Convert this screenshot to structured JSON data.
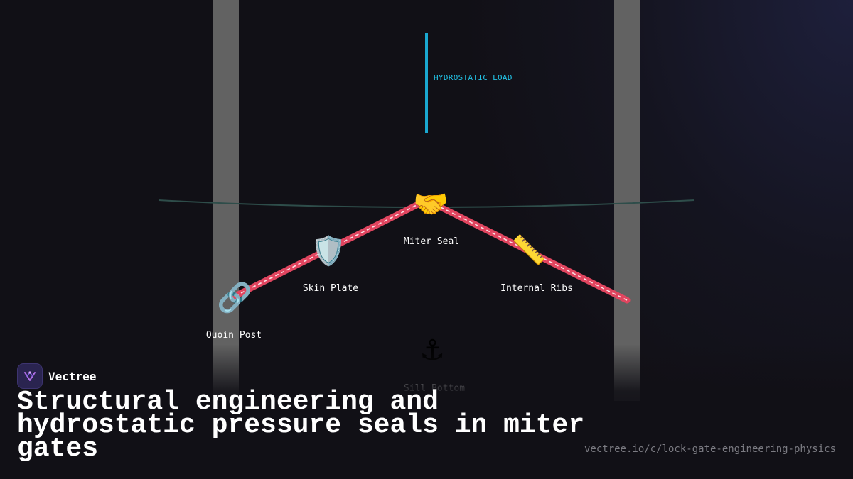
{
  "diagram": {
    "load_label": "HYDROSTATIC LOAD",
    "colors": {
      "gate_leaf": "#e0455f",
      "load_arrow": "#1aa8d0",
      "water_line": "#2e4d4a",
      "pillar": "#626262"
    },
    "nodes": [
      {
        "label": "Miter Seal",
        "icon": "handshake-icon",
        "glyph": "🤝"
      },
      {
        "label": "Skin Plate",
        "icon": "shield-icon",
        "glyph": "🛡️"
      },
      {
        "label": "Internal Ribs",
        "icon": "ruler-icon",
        "glyph": "📏"
      },
      {
        "label": "Quoin Post",
        "icon": "link-icon",
        "glyph": "🔗"
      },
      {
        "label": "Sill Bottom",
        "icon": "anchor-icon",
        "glyph": "⚓"
      }
    ]
  },
  "footer": {
    "brand": "Vectree",
    "title": "Structural engineering and hydrostatic pressure seals in miter gates",
    "url": "vectree.io/c/lock-gate-engineering-physics"
  }
}
